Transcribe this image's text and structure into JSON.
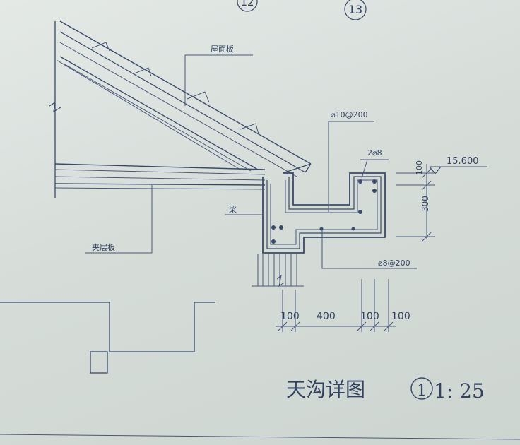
{
  "drawing": {
    "top_callouts": [
      "12",
      "13"
    ],
    "labels": {
      "roof_slab": "屋面板",
      "rebar_top": "⌀10@200",
      "rebar_corner": "2⌀8",
      "beam": "梁",
      "floor_slab": "夹层板",
      "rebar_bottom": "⌀8@200",
      "elevation": "15.600"
    },
    "dimensions": {
      "vertical": [
        "100",
        "300"
      ],
      "horizontal": [
        "100",
        "400",
        "100",
        "100"
      ]
    },
    "title": {
      "name": "天沟详图",
      "number": "1",
      "scale": "1: 25"
    }
  }
}
